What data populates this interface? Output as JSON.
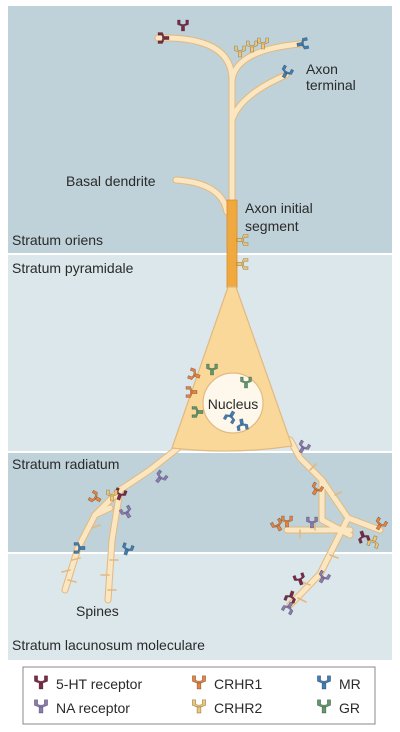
{
  "colors": {
    "oriens_bg": "#bfd2d9",
    "pyramidale_bg": "#dbe7eb",
    "radiatum_bg": "#bfd2d9",
    "lacunosum_bg": "#dbe7eb",
    "neuron_fill": "#fbe6c2",
    "neuron_stroke": "#e2b97f",
    "soma_fill": "#f9d89a",
    "axon_segment": "#f0a93f",
    "nucleus_fill": "#fdf7ec",
    "receptor_5ht": "#7c2a45",
    "receptor_na": "#8b7bb5",
    "receptor_crhr1": "#e9833b",
    "receptor_crhr2": "#f3c66f",
    "receptor_mr": "#3f7fb8",
    "receptor_gr": "#5f9a6a"
  },
  "layers": {
    "oriens": "Stratum oriens",
    "pyramidale": "Stratum pyramidale",
    "radiatum": "Stratum radiatum",
    "lacunosum": "Stratum lacunosum moleculare"
  },
  "labels": {
    "axon_terminal_line1": "Axon",
    "axon_terminal_line2": "terminal",
    "basal_dendrite": "Basal dendrite",
    "axon_initial_line1": "Axon initial",
    "axon_initial_line2": "segment",
    "nucleus": "Nucleus",
    "spines": "Spines"
  },
  "legend": {
    "items": [
      {
        "label": "5-HT receptor",
        "icon": "receptor-5ht-icon"
      },
      {
        "label": "NA receptor",
        "icon": "receptor-na-icon"
      },
      {
        "label": "CRHR1",
        "icon": "receptor-crhr1-icon"
      },
      {
        "label": "CRHR2",
        "icon": "receptor-crhr2-icon"
      },
      {
        "label": "MR",
        "icon": "receptor-mr-icon"
      },
      {
        "label": "GR",
        "icon": "receptor-gr-icon"
      }
    ]
  }
}
